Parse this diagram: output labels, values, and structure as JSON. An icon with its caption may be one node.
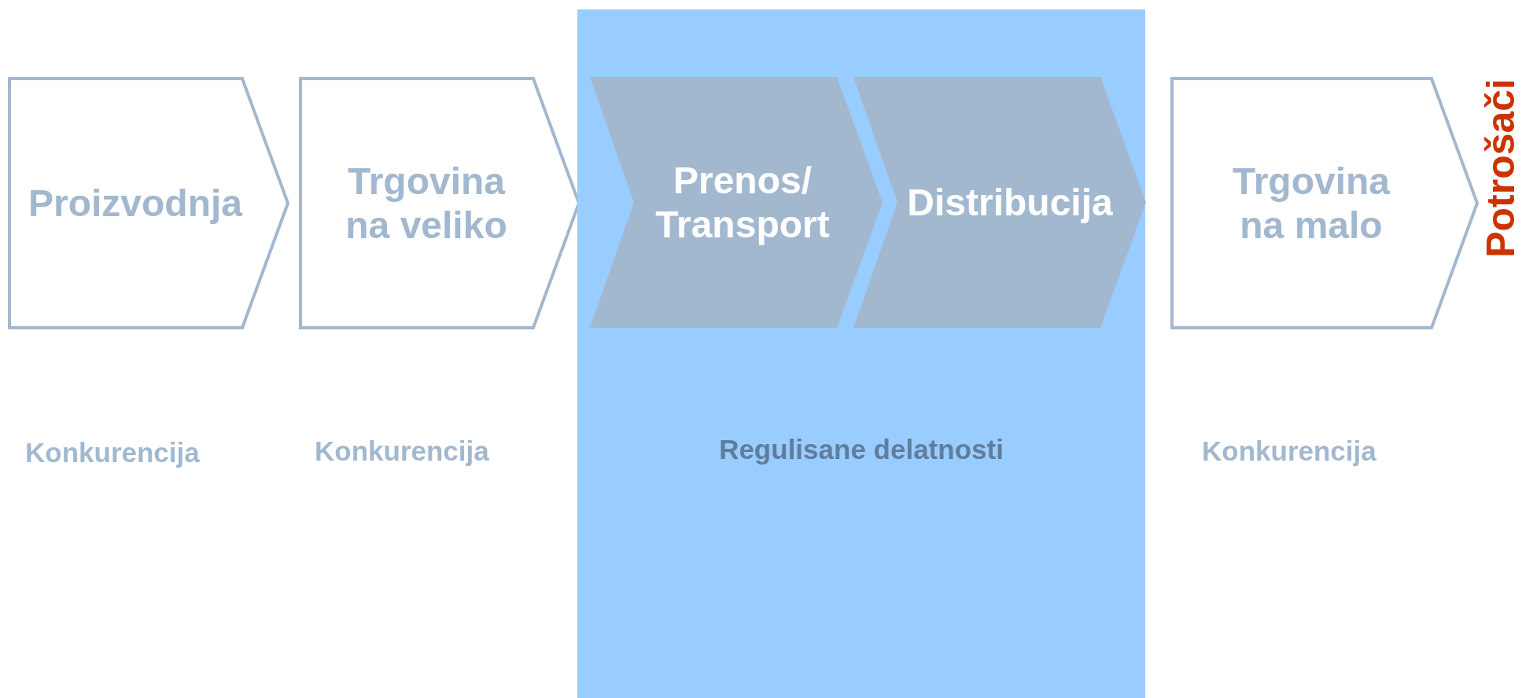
{
  "diagram": {
    "nodes": [
      {
        "text": [
          "Proizvodnja"
        ]
      },
      {
        "text": [
          "Trgovina na veliko"
        ]
      },
      {
        "text": [
          "Regulisane delatnosti"
        ]
      },
      {
        "text": [
          "Prenos/ Transport"
        ],
        "in": 2
      },
      {
        "text": [
          "Distribucija"
        ],
        "in": 2
      },
      {
        "text": [
          "Trgovina na malo"
        ]
      }
    ],
    "labels": [
      "Potrošači",
      "Konkurencija",
      "Konkurencija",
      "Konkurencija"
    ]
  }
}
